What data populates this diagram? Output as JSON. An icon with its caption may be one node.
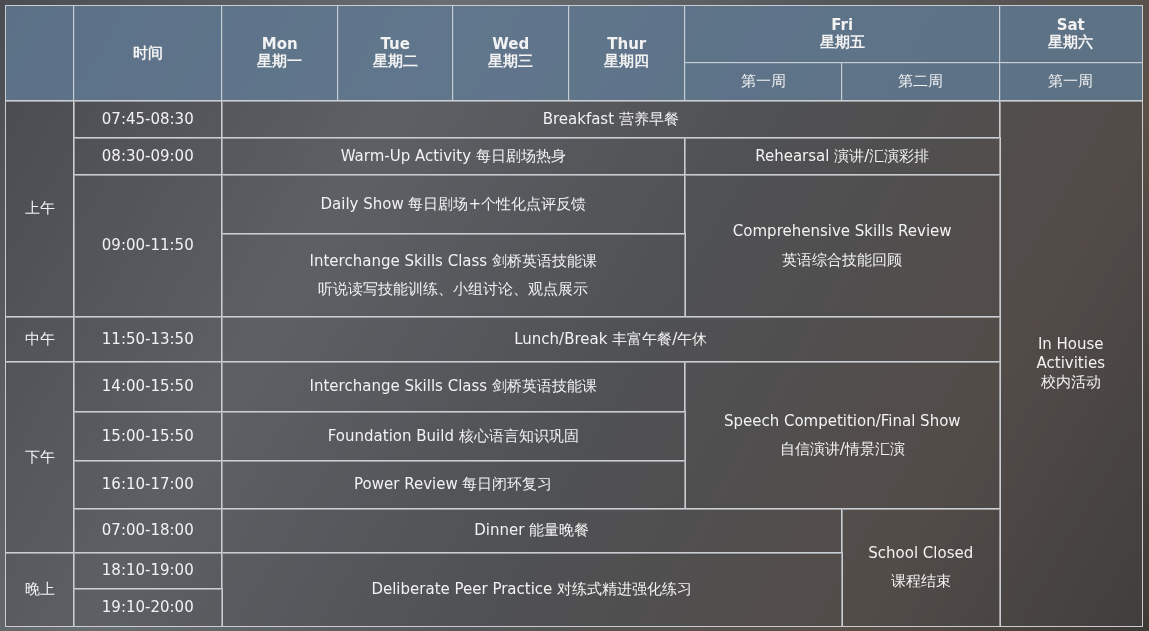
{
  "diagram": {
    "labels": [
      "时间",
      "Mon",
      "星期一",
      "Tue",
      "星期二",
      "Wed",
      "星期三",
      "Thur",
      "星期四",
      "Fri",
      "星期五",
      "Sat",
      "星期六",
      "第一周",
      "第二周",
      "第一周",
      "上午",
      "07:45-08:30",
      "Breakfast 营养早餐",
      "In House Activities",
      "校内活动",
      "08:30-09:00",
      "Warm-Up Activity 每日剧场热身",
      "Rehearsal 演讲/汇演彩排",
      "09:00-11:50",
      "Daily Show 每日剧场+个性化点评反馈",
      "Comprehensive Skills Review",
      "Interchange Skills Class 剑桥英语技能课",
      "英语综合技能回顾",
      "听说读写技能训练、小组讨论、观点展示",
      "中午",
      "11:50-13:50",
      "Lunch/Break 丰富午餐/午休",
      "下午",
      "14:00-15:50",
      "Interchange Skills Class 剑桥英语技能课",
      "Speech Competition/Final Show",
      "自信演讲/情景汇演",
      "15:00-15:50",
      "Foundation Build 核心语言知识巩固",
      "16:10-17:00",
      "Power Review 每日闭环复习",
      "07:00-18:00",
      "Dinner 能量晚餐",
      "School Closed",
      "课程结束",
      "晚上",
      "18:10-19:00",
      "Deliberate Peer Practice 对练式精进强化练习",
      "19:10-20:00"
    ]
  }
}
